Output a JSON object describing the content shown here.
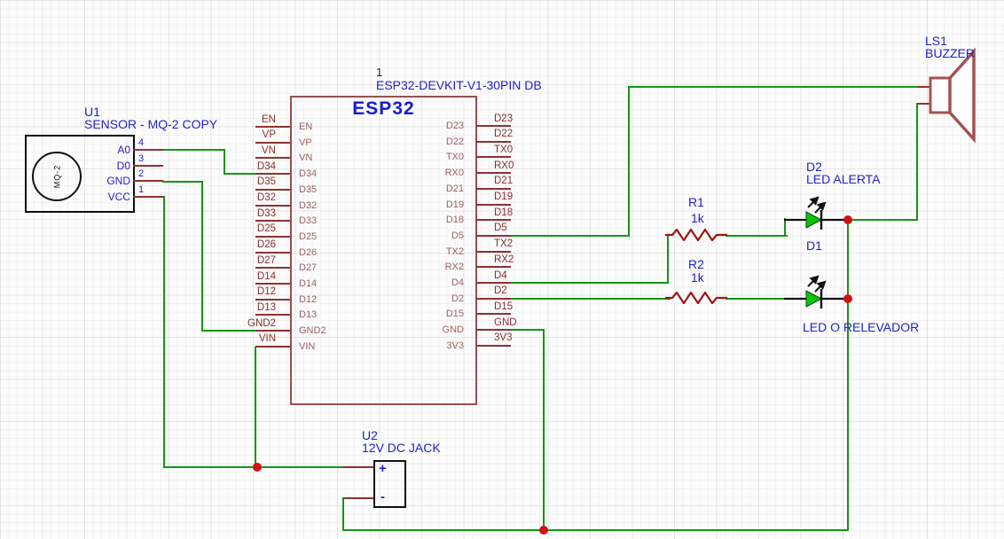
{
  "sensor": {
    "ref": "U1",
    "name": "SENSOR - MQ-2 COPY",
    "chip_label": "MQ-2",
    "pins": [
      {
        "name": "A0",
        "num": "4"
      },
      {
        "name": "D0",
        "num": "3"
      },
      {
        "name": "GND",
        "num": "2"
      },
      {
        "name": "VCC",
        "num": "1"
      }
    ]
  },
  "esp32": {
    "pin_number": "1",
    "name": "ESP32-DEVKIT-V1-30PIN DB",
    "title": "ESP32",
    "left_pins": [
      "EN",
      "VP",
      "VN",
      "D34",
      "D35",
      "D32",
      "D33",
      "D25",
      "D26",
      "D27",
      "D14",
      "D12",
      "D13",
      "GND2",
      "VIN"
    ],
    "right_pins": [
      "D23",
      "D22",
      "TX0",
      "RX0",
      "D21",
      "D19",
      "D18",
      "D5",
      "TX2",
      "RX2",
      "D4",
      "D2",
      "D15",
      "GND",
      "3V3"
    ]
  },
  "resistors": [
    {
      "ref": "R1",
      "value": "1k"
    },
    {
      "ref": "R2",
      "value": "1k"
    }
  ],
  "leds": {
    "d2_ref": "D2",
    "d2_name": "LED ALERTA",
    "d1_ref": "D1",
    "relay_label": "LED O RELEVADOR"
  },
  "buzzer": {
    "ref": "LS1",
    "name": "BUZZER"
  },
  "power": {
    "ref": "U2",
    "name": "12V DC JACK",
    "plus": "+",
    "minus": "-"
  },
  "colors": {
    "wire_green": "#149614",
    "pin_maroon": "#8e3232",
    "outline_maroon": "#9a4f4f",
    "label_blue": "#2121cc",
    "junction_red": "#d01212",
    "led_green": "#0cc20c",
    "resistor_red": "#9b1717"
  }
}
